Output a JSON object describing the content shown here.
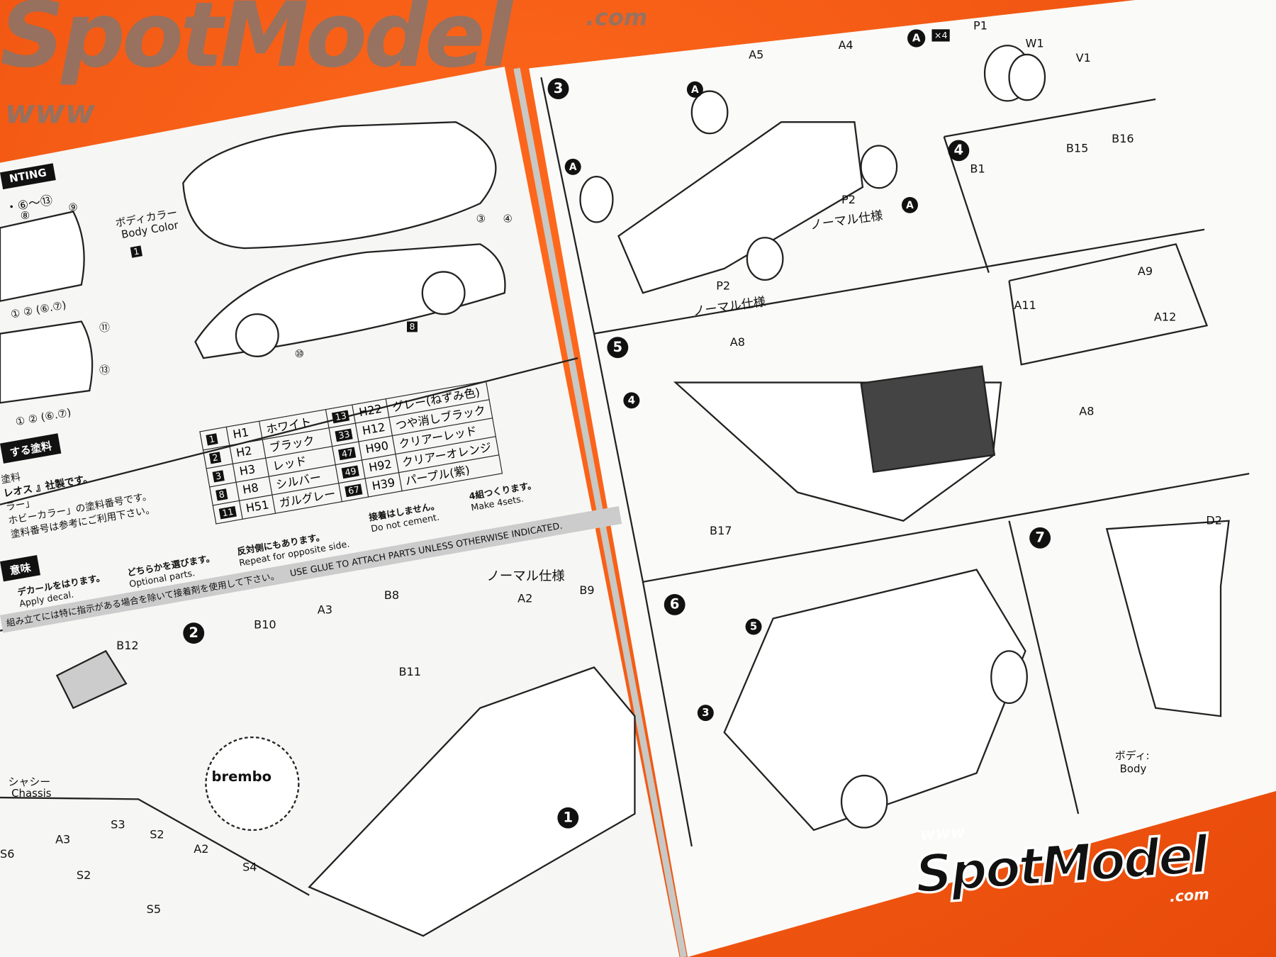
{
  "left_page": {
    "section_header": "NTING",
    "numbers_line": "・⑥〜⑬",
    "body_color_label_jp": "ボディカラー",
    "body_color_label_en": "Body Color",
    "body_color_code": "1",
    "callouts": [
      "⑧",
      "⑨",
      "③",
      "④",
      "⑪",
      "⑬",
      "① ② (⑥.⑦)",
      "① ② (⑥.⑦)",
      "⑩",
      "8"
    ],
    "paint_header": "する塗料",
    "paint_notes": [
      "塗料",
      "レオス 』社製です。",
      "ラー」",
      "ホビーカラー」の塗料番号です。",
      "塗料番号は参考にご利用下さい。"
    ],
    "paint_table": [
      {
        "num": "1",
        "code": "H1",
        "name": "ホワイト"
      },
      {
        "num": "2",
        "code": "H2",
        "name": "ブラック"
      },
      {
        "num": "3",
        "code": "H3",
        "name": "レッド"
      },
      {
        "num": "8",
        "code": "H8",
        "name": "シルバー"
      },
      {
        "num": "11",
        "code": "H51",
        "name": "ガルグレー"
      },
      {
        "num": "13",
        "code": "H22",
        "name": "グレー(ねずみ色)"
      },
      {
        "num": "33",
        "code": "H12",
        "name": "つや消しブラック"
      },
      {
        "num": "47",
        "code": "H90",
        "name": "クリアーレッド"
      },
      {
        "num": "49",
        "code": "H92",
        "name": "クリアーオレンジ"
      },
      {
        "num": "67",
        "code": "H39",
        "name": "パープル(紫)"
      }
    ],
    "legend_header": "意味",
    "legend": [
      {
        "jp": "デカールをはります。",
        "en": "Apply decal."
      },
      {
        "jp": "どちらかを選びます。",
        "en": "Optional parts."
      },
      {
        "jp": "反対側にもあります。",
        "en": "Repeat for opposite side."
      },
      {
        "jp": "接着はしません。",
        "en": "Do not cement."
      },
      {
        "jp": "4組つくります。",
        "en": "Make 4sets."
      }
    ],
    "glue_note_jp": "組み立てには特に指示がある場合を除いて接着剤を使用して下さい。",
    "glue_note_en": "USE GLUE TO ATTACH PARTS UNLESS OTHERWISE INDICATED.",
    "step2": {
      "number": "2",
      "variant": "ノーマル仕様",
      "parts": [
        "B10",
        "A3",
        "B8",
        "A2",
        "B9",
        "B11",
        "B12"
      ],
      "brand": "brembo",
      "chassis_jp": "シャシー",
      "chassis_en": "Chassis",
      "callout": "1"
    },
    "lower_parts": [
      "S3",
      "S2",
      "A3",
      "A2",
      "S4",
      "S5",
      "S6",
      "S2"
    ]
  },
  "right_page": {
    "step3": {
      "number": "3",
      "parts": [
        "A5",
        "A4",
        "A",
        "A",
        "A",
        "A",
        "P1",
        "W1",
        "V1"
      ],
      "x4": "×4",
      "p2_label": "P2",
      "variant": "ノーマル仕様"
    },
    "step4": {
      "number": "4",
      "parts": [
        "B1",
        "B15",
        "B16",
        "A9",
        "A11",
        "A12"
      ]
    },
    "step5": {
      "number": "5",
      "parts": [
        "A8",
        "A8",
        "B17"
      ],
      "ref": "4"
    },
    "step6": {
      "number": "6",
      "refs": [
        "5",
        "3"
      ]
    },
    "step7": {
      "number": "7",
      "parts": [
        "D2"
      ],
      "body_jp": "ボディ:",
      "body_en": "Body"
    }
  },
  "watermark": {
    "www": "www",
    "brand": "SpotModel",
    "com": ".com"
  },
  "logo": {
    "www": "www",
    "brand": "SpotModel",
    "com": ".com"
  },
  "colors": {
    "background": "#f2540f",
    "paper": "#f7f7f5",
    "ink": "#111111",
    "watermark": "#8a8a8a"
  }
}
